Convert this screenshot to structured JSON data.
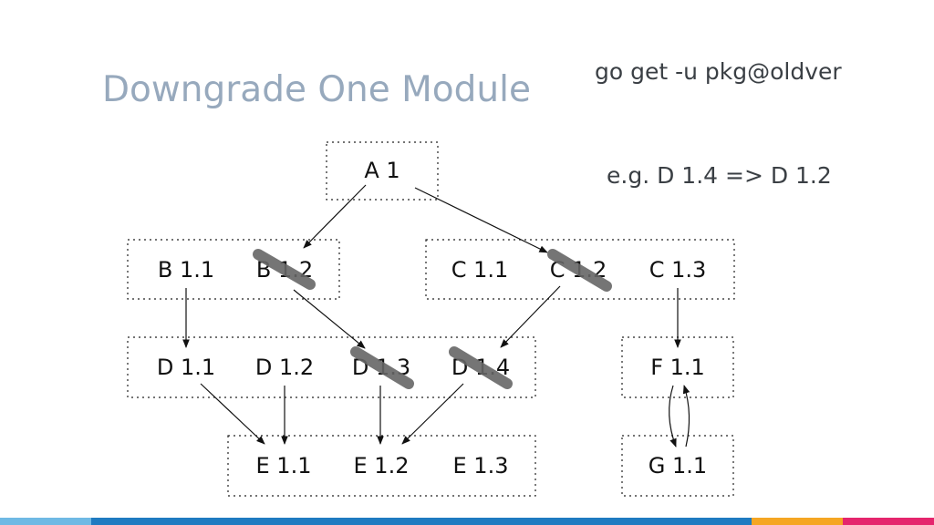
{
  "slide": {
    "title": "Downgrade One Module",
    "command": "go get -u pkg@oldver",
    "example": "e.g. D 1.4 => D 1.2"
  },
  "diagram": {
    "nodes": {
      "A1": "A 1",
      "B11": "B 1.1",
      "B12": "B 1.2",
      "C11": "C 1.1",
      "C12": "C 1.2",
      "C13": "C 1.3",
      "D11": "D 1.1",
      "D12": "D 1.2",
      "D13": "D 1.3",
      "D14": "D 1.4",
      "F11": "F 1.1",
      "E11": "E 1.1",
      "E12": "E 1.2",
      "E13": "E 1.3",
      "G11": "G 1.1"
    },
    "removed": [
      "B 1.2",
      "C 1.2",
      "D 1.3",
      "D 1.4"
    ],
    "edges": [
      [
        "A 1",
        "B 1.2"
      ],
      [
        "A 1",
        "C 1.2"
      ],
      [
        "B 1.1",
        "D 1.1"
      ],
      [
        "B 1.2",
        "D 1.3"
      ],
      [
        "C 1.2",
        "D 1.4"
      ],
      [
        "C 1.3",
        "F 1.1"
      ],
      [
        "D 1.1",
        "E 1.1"
      ],
      [
        "D 1.2",
        "E 1.1"
      ],
      [
        "D 1.3",
        "E 1.2"
      ],
      [
        "D 1.4",
        "E 1.2"
      ],
      [
        "F 1.1",
        "G 1.1"
      ],
      [
        "G 1.1",
        "F 1.1"
      ]
    ]
  },
  "colors": {
    "title": "#97a9bd",
    "text": "#3a3f44",
    "strike": "#666666",
    "footer": [
      "#6fb9e4",
      "#1f7bc1",
      "#f5a623",
      "#e5256d"
    ]
  }
}
